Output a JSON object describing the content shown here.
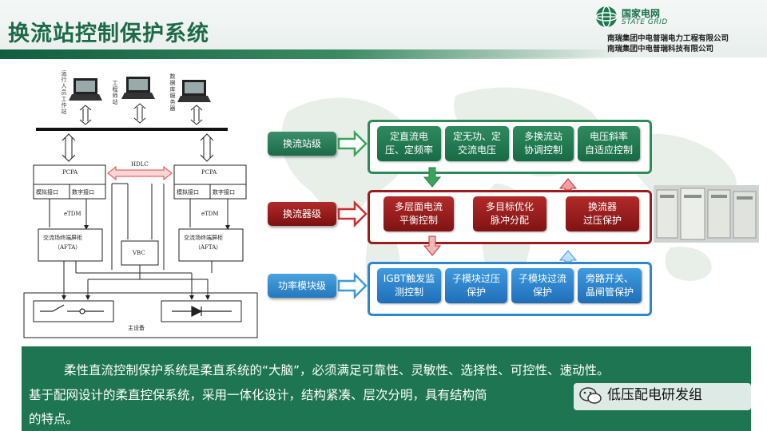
{
  "header": {
    "title": "换流站控制保护系统",
    "brand_cn": "国家电网",
    "brand_en": "STATE GRID",
    "company_1": "南瑞集团中电普瑞电力工程有限公司",
    "company_2": "南瑞集团中电普瑞科技有限公司"
  },
  "diagram": {
    "stations": [
      {
        "label": "运行人员工作站"
      },
      {
        "label": "工程师站"
      },
      {
        "label": "数据库服务器"
      }
    ],
    "left_pcpa": "PCPA",
    "right_pcpa": "PCPA",
    "hdlc": "HDLC",
    "analog_port": "模拟接口",
    "digital_port": "数字接口",
    "etdm": "eTDM",
    "aft_left": "交流场终端屏柜",
    "aft_left_sub": "（AFTA）",
    "aft_right": "交流场终端屏柜",
    "aft_right_sub": "（AFTA）",
    "vbc": "VBC",
    "main_equipment": "主设备"
  },
  "levels": {
    "station": "换流站级",
    "converter": "换流器级",
    "power_module": "功率模块级"
  },
  "station_row": [
    "定直流电\n压、定频率",
    "定无功、定\n交流电压",
    "多换流站\n协调控制",
    "电压斜率\n自适应控制"
  ],
  "converter_row": [
    "多层面电流\n平衡控制",
    "多目标优化\n脉冲分配",
    "换流器\n过压保护"
  ],
  "module_row": [
    "IGBT触发监\n测控制",
    "子模块过压\n保护",
    "子模块过流\n保护",
    "旁路开关、\n晶闸管保护"
  ],
  "bottom": {
    "line1": "柔性直流控制保护系统是柔直系统的“大脑”，必须满足可靠性、灵敏性、选择性、可控性、速动性。",
    "line2": "基于配网设计的柔直控保系统，采用一体化设计，结构紧凑、层次分明，具有结构简",
    "line3": "的特点。",
    "watermark": "低压配电研发组"
  },
  "colors": {
    "brand_green": "#1e7551",
    "converter_red": "#8b1a1a",
    "module_blue": "#2a7fc9"
  }
}
